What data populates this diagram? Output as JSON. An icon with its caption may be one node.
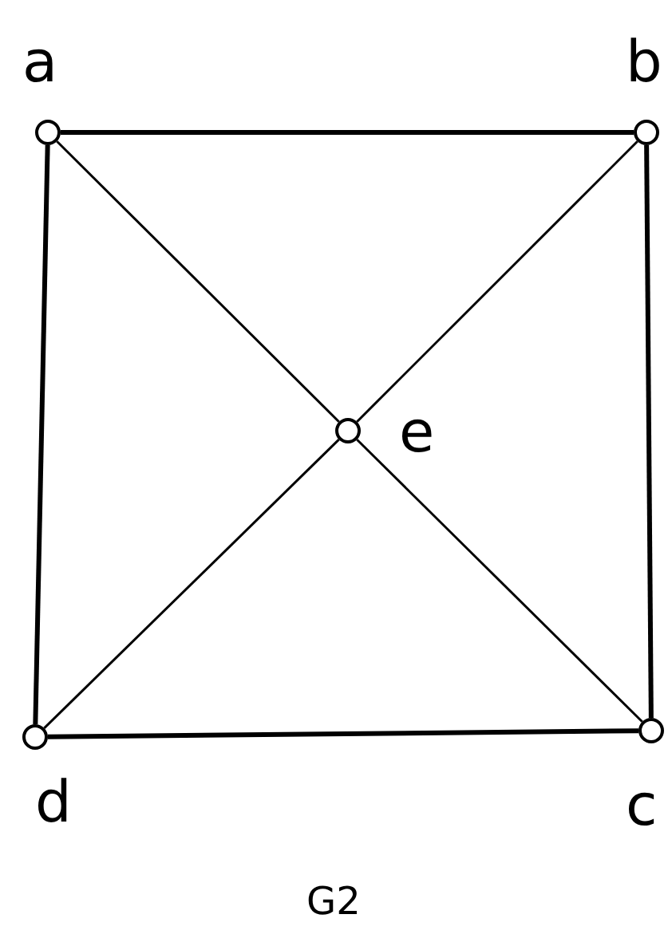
{
  "diagram": {
    "caption": "G2",
    "nodes": [
      {
        "text": [],
        "shape": "circle",
        "beside": [
          "a"
        ]
      },
      {
        "text": [],
        "shape": "circle",
        "beside": [
          "b"
        ]
      },
      {
        "text": [],
        "shape": "circle",
        "beside": [
          "e"
        ]
      },
      {
        "text": [],
        "shape": "circle",
        "beside": [
          "d"
        ]
      },
      {
        "text": [],
        "shape": "circle",
        "beside": [
          "c"
        ]
      }
    ],
    "edges": [
      {
        "from": 0,
        "to": 1,
        "arrow": "none",
        "style": "thick"
      },
      {
        "from": 1,
        "to": 4,
        "arrow": "none",
        "style": "thick"
      },
      {
        "from": 4,
        "to": 3,
        "arrow": "none",
        "style": "thick"
      },
      {
        "from": 3,
        "to": 0,
        "arrow": "none",
        "style": "thick"
      },
      {
        "from": 0,
        "to": 2,
        "arrow": "none"
      },
      {
        "from": 1,
        "to": 2,
        "arrow": "none"
      },
      {
        "from": 4,
        "to": 2,
        "arrow": "none"
      },
      {
        "from": 3,
        "to": 2,
        "arrow": "none"
      }
    ]
  }
}
